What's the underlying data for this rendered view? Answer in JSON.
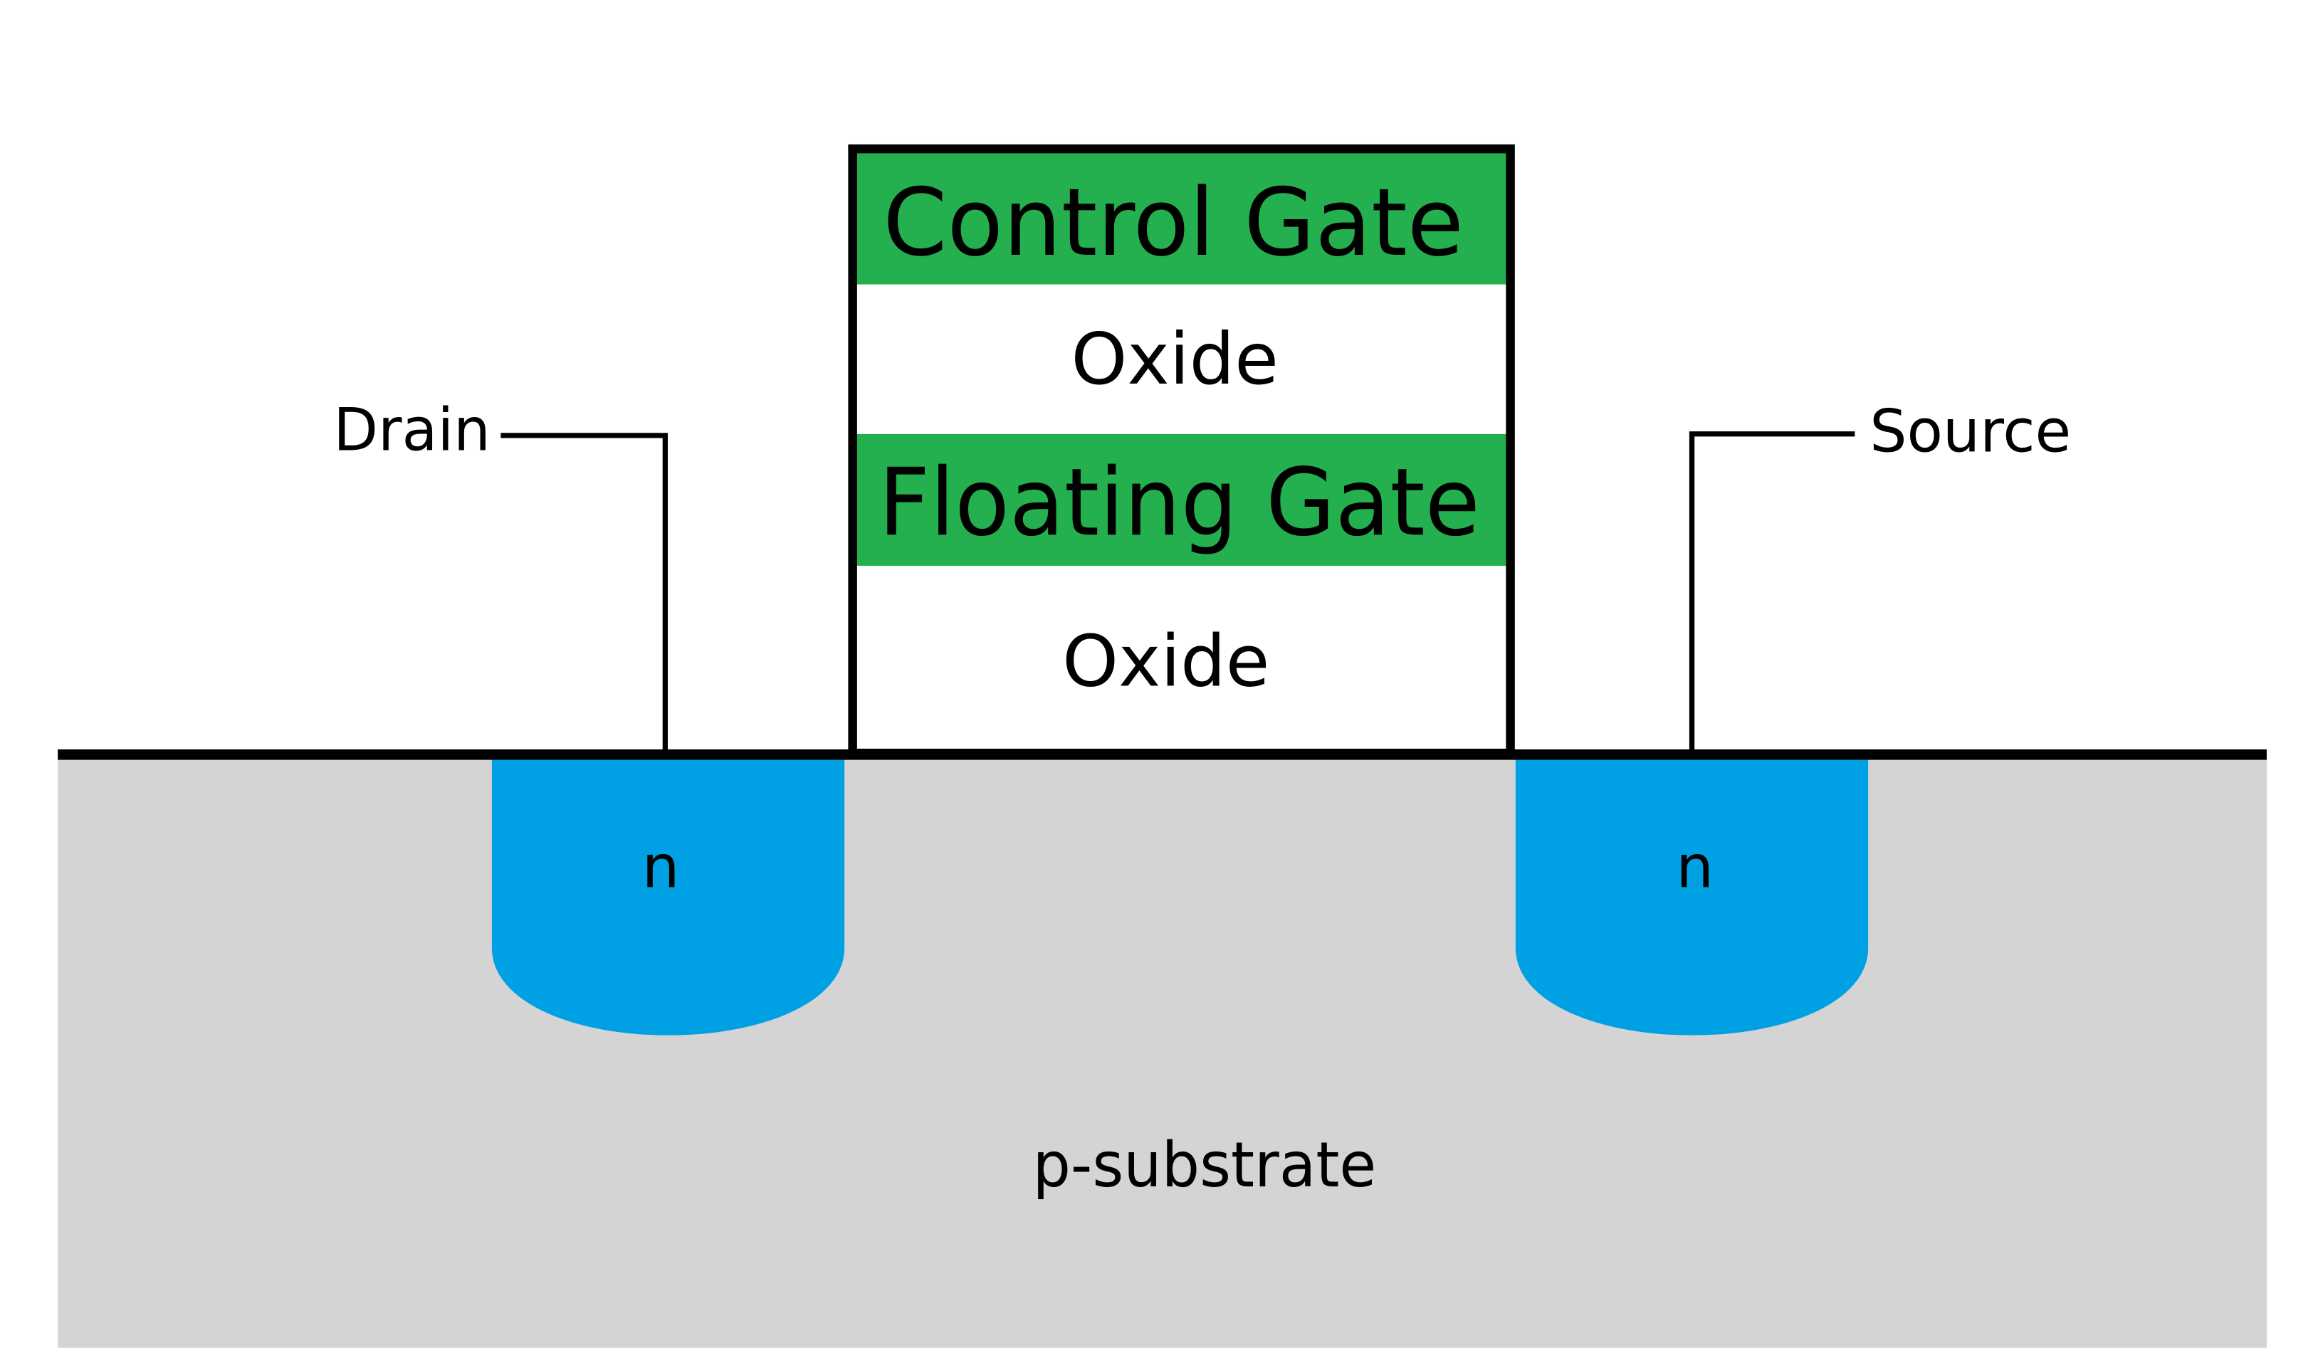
{
  "diagram": {
    "title": "Floating-gate transistor cross-section",
    "labels": {
      "control_gate": "Control Gate",
      "oxide_upper": "Oxide",
      "floating_gate": "Floating Gate",
      "oxide_lower": "Oxide",
      "drain": "Drain",
      "source": "Source",
      "n_left": "n",
      "n_right": "n",
      "substrate": "p-substrate"
    },
    "colors": {
      "gate_green": "#24b04e",
      "n_well_blue": "#00a1e4",
      "substrate_gray": "#d4d4d4",
      "line_black": "#000000",
      "oxide_white": "#ffffff"
    }
  }
}
